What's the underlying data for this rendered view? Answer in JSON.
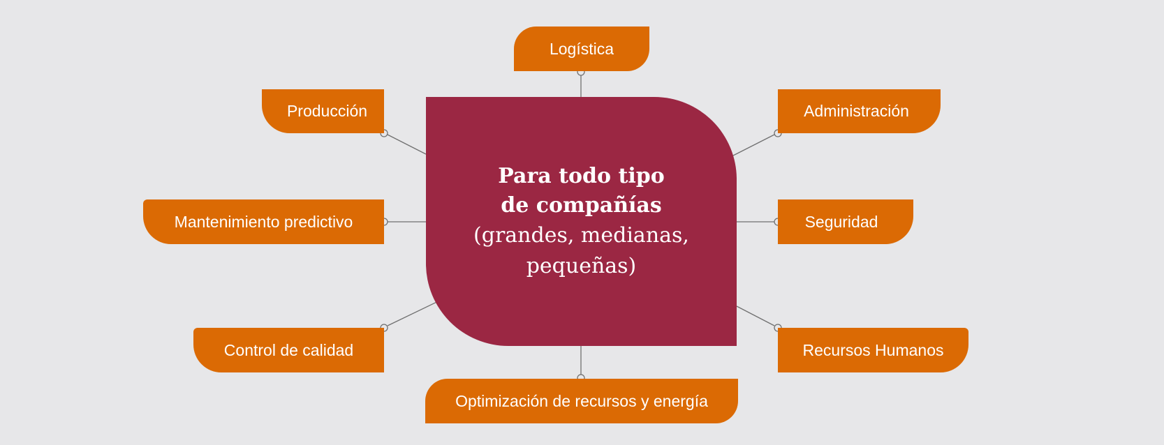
{
  "center": {
    "line1": "Para todo tipo",
    "line2": "de compañías",
    "line3": "(grandes, medianas,",
    "line4": "pequeñas)"
  },
  "nodes": {
    "logistica": "Logística",
    "produccion": "Producción",
    "administracion": "Administración",
    "mantenimiento": "Mantenimiento predictivo",
    "seguridad": "Seguridad",
    "control": "Control de calidad",
    "rrhh": "Recursos Humanos",
    "optimizacion": "Optimización de recursos y energía"
  },
  "colors": {
    "node": "#db6a04",
    "center": "#9b2743",
    "background": "#e7e7e9",
    "connector": "#707070"
  }
}
